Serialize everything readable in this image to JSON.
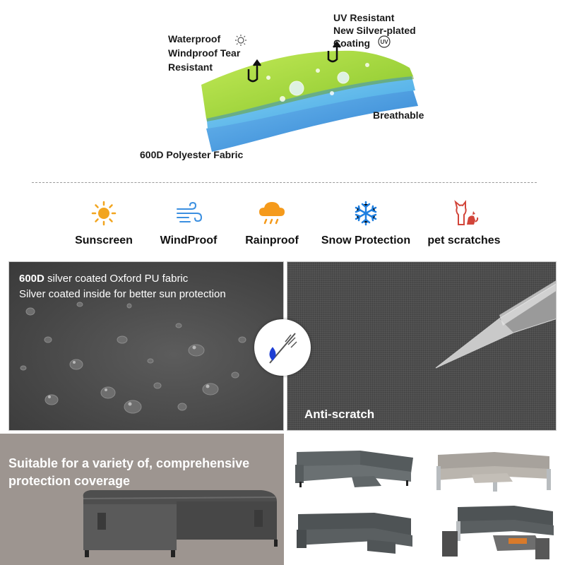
{
  "layer_diagram": {
    "labels": {
      "waterproof": [
        "Waterproof",
        "Windproof Tear",
        "Resistant"
      ],
      "uv": [
        "UV Resistant",
        "New Silver-plated",
        "Coating"
      ],
      "uv_badge": "UV",
      "breathable": "Breathable",
      "polyester": "600D Polyester Fabric"
    },
    "colors": {
      "top_layer": "#9fd43a",
      "middle_layer": "#4fb0e8",
      "bottom_layer": "#3a8fd8"
    }
  },
  "features": [
    {
      "label": "Sunscreen",
      "icon": "sun-icon",
      "color": "#f2a51f"
    },
    {
      "label": "WindProof",
      "icon": "wind-icon",
      "color": "#3b8fe0"
    },
    {
      "label": "Rainproof",
      "icon": "rain-cloud-icon",
      "color": "#f59a1b"
    },
    {
      "label": "Snow Protection",
      "icon": "snowflake-icon",
      "color": "#1f7fe0"
    },
    {
      "label": "pet scratches",
      "icon": "pet-icon",
      "color": "#d2453a"
    }
  ],
  "fabric_panel": {
    "bold_prefix": "600D",
    "line1_rest": " silver coated Oxford PU fabric",
    "line2": "Silver coated inside for better sun protection"
  },
  "scratch_panel": {
    "label": "Anti-scratch"
  },
  "coverage": {
    "line1": "Suitable for a variety of, comprehensive",
    "line2": "protection coverage"
  }
}
